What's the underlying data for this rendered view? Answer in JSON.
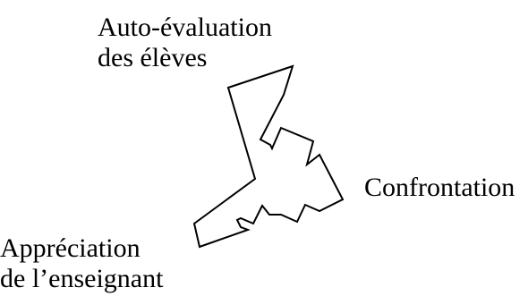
{
  "diagram": {
    "labels": {
      "top": [
        "Auto-évaluation",
        "des élèves"
      ],
      "right": "Confrontation",
      "bottom": [
        "Appréciation",
        "de l’enseignant"
      ]
    },
    "colors": {
      "stroke": "#000000",
      "fill": "#ffffff",
      "text": "#000000"
    },
    "shape": "three-way-arrow"
  }
}
